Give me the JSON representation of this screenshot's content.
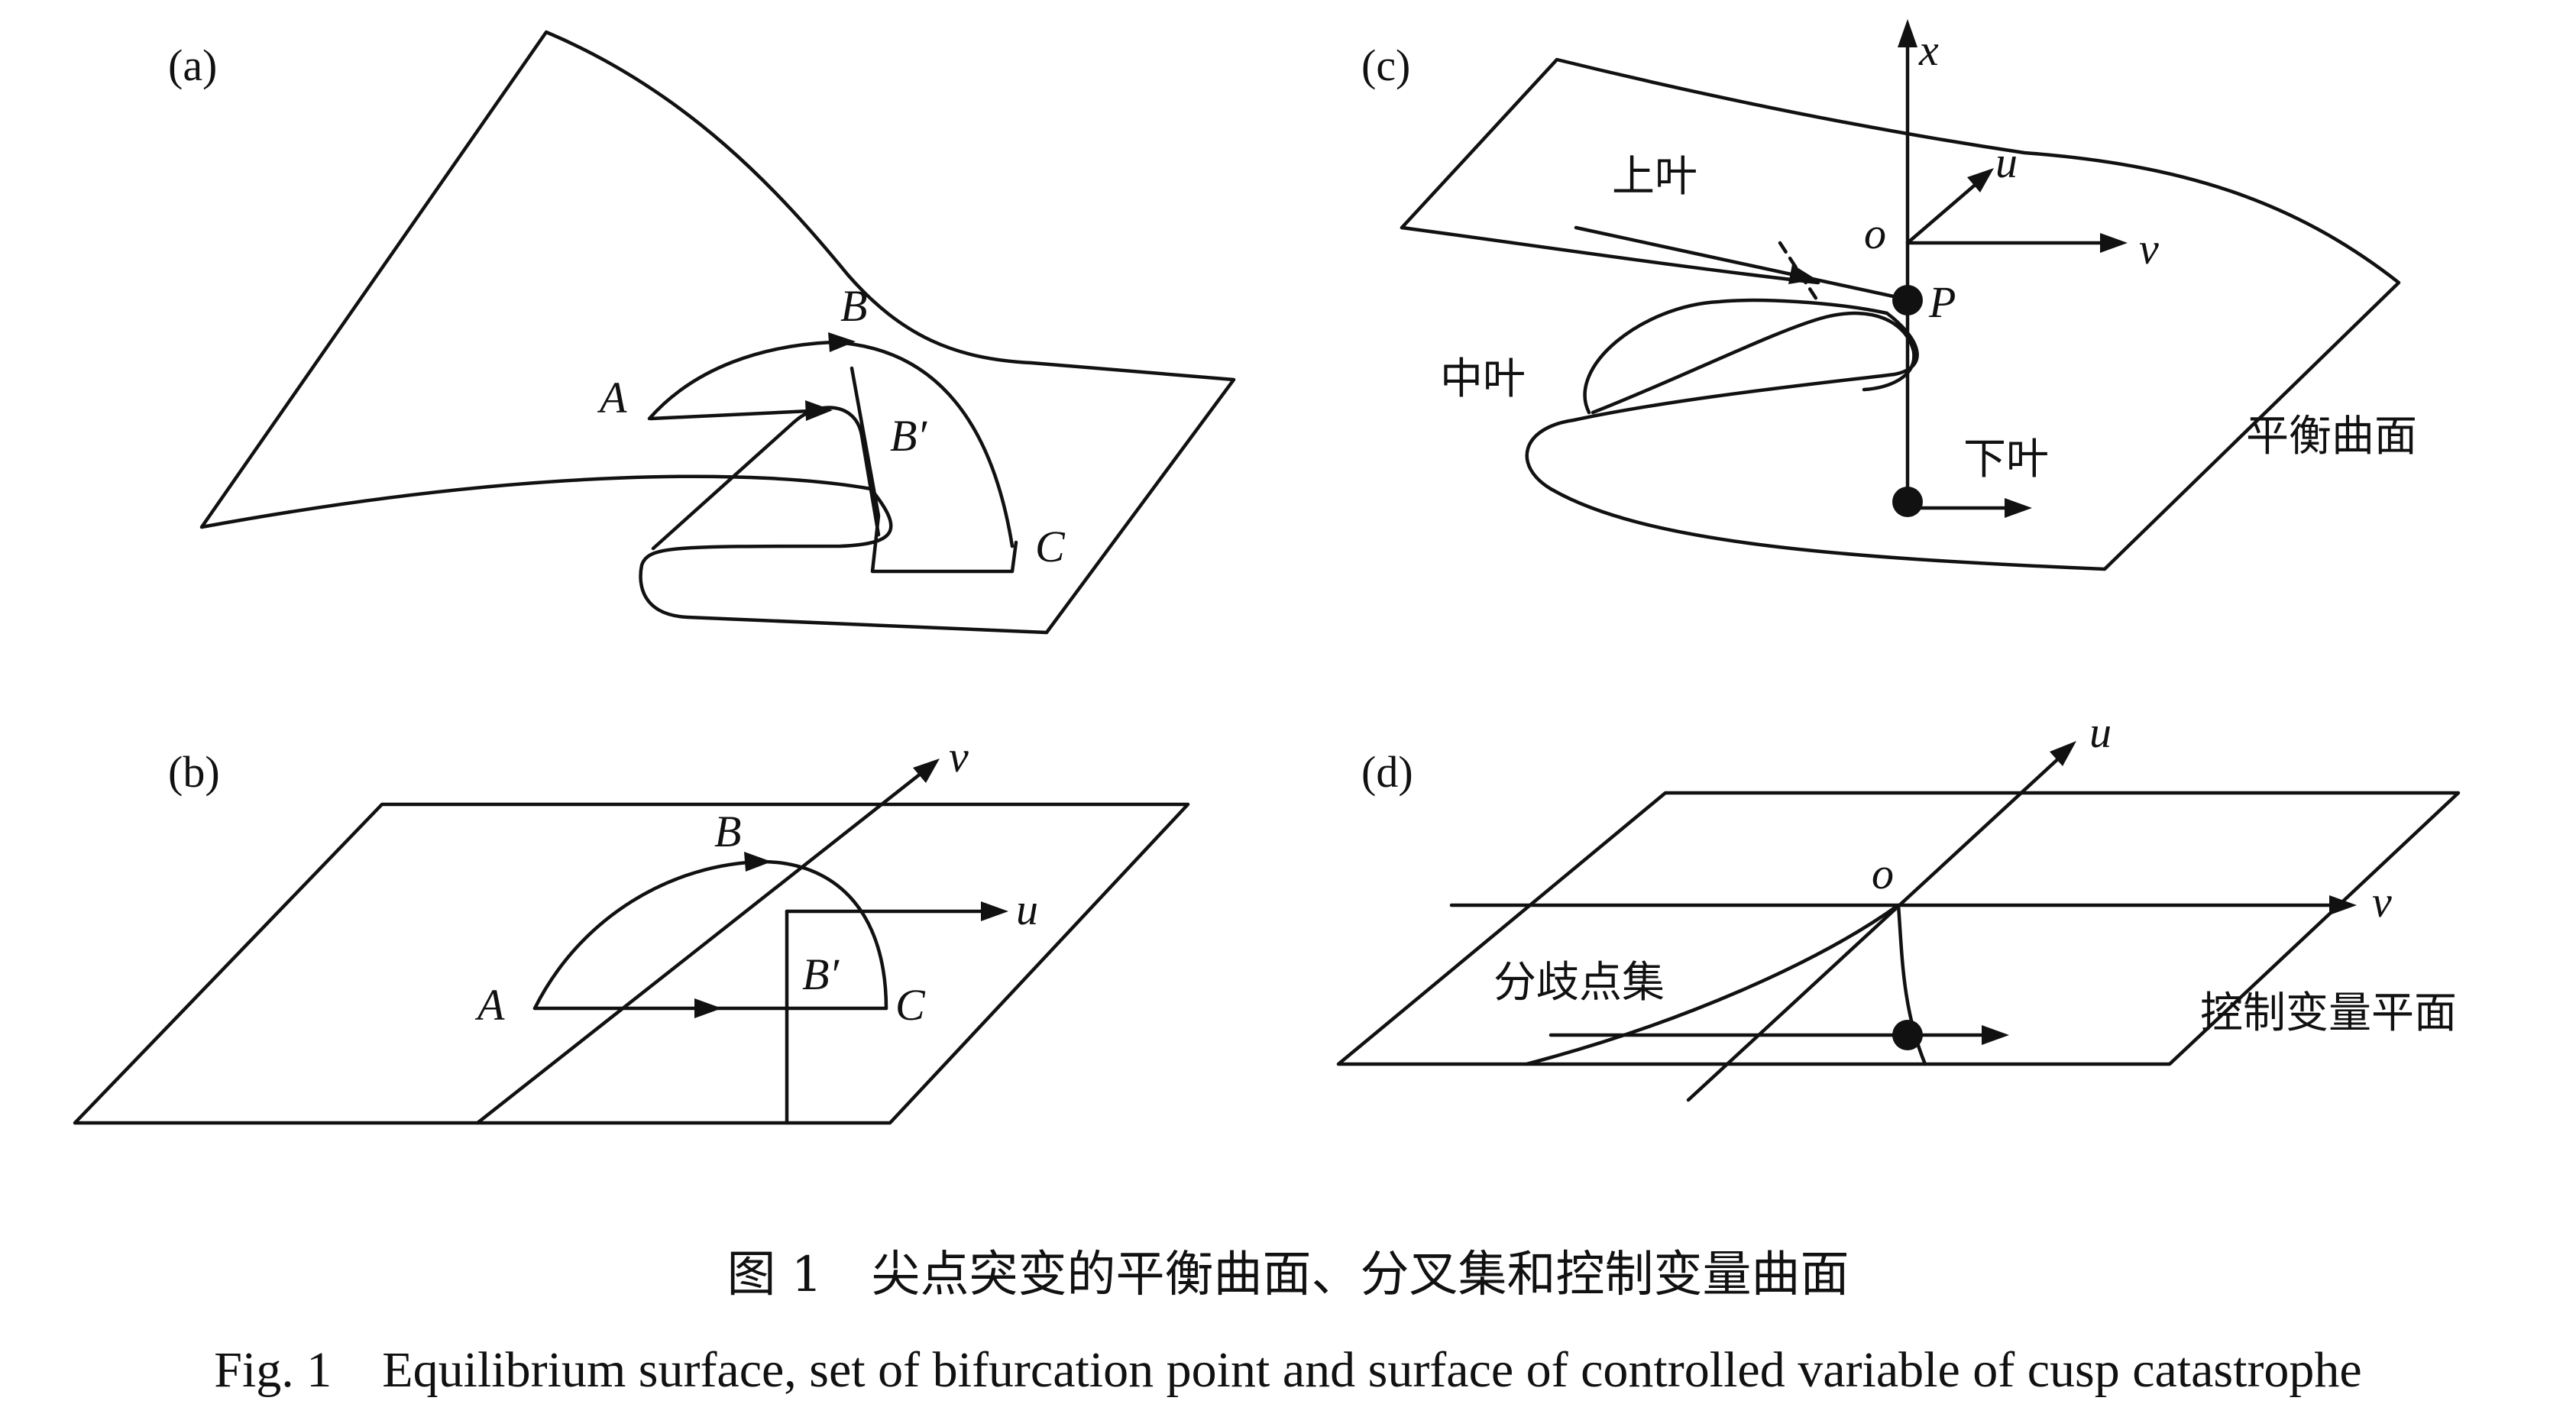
{
  "panels": {
    "a": {
      "label": "(a)",
      "points": {
        "A": "A",
        "B": "B",
        "B_prime": "B′",
        "C": "C"
      }
    },
    "b": {
      "label": "(b)",
      "axes": {
        "u": "u",
        "v": "v"
      },
      "points": {
        "A": "A",
        "B": "B",
        "B_prime": "B′",
        "C": "C"
      }
    },
    "c": {
      "label": "(c)",
      "axes": {
        "x": "x",
        "u": "u",
        "v": "v",
        "origin": "o"
      },
      "points": {
        "P": "P"
      },
      "sheets": {
        "upper": "上叶",
        "middle": "中叶",
        "lower": "下叶"
      },
      "surface_label": "平衡曲面"
    },
    "d": {
      "label": "(d)",
      "axes": {
        "u": "u",
        "v": "v",
        "origin": "o"
      },
      "bifurcation_label": "分歧点集",
      "plane_label": "控制变量平面"
    }
  },
  "caption": {
    "zh": "图 1　尖点突变的平衡曲面、分叉集和控制变量曲面",
    "en": "Fig. 1　Equilibrium surface, set of bifurcation point and surface of controlled variable of cusp catastrophe"
  }
}
